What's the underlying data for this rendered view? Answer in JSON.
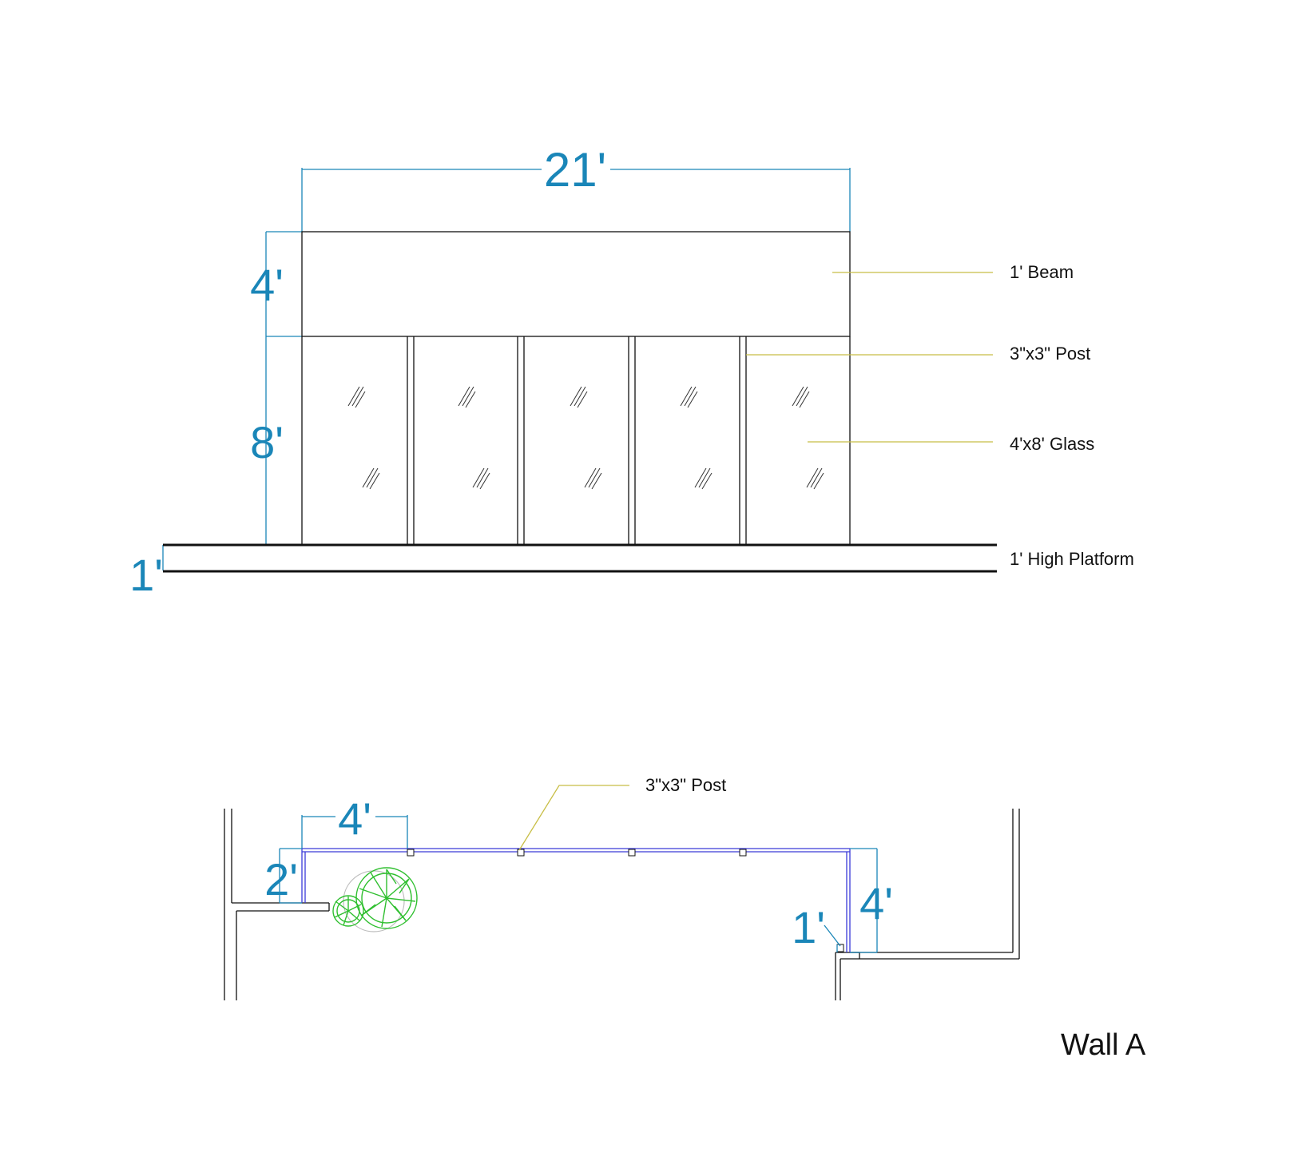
{
  "colors": {
    "dimension": "#1a86b8",
    "leader": "#c8be46",
    "line": "#111111",
    "plan_wall": "#3a3ad8",
    "planting": "#2fbf2f"
  },
  "elevation": {
    "dimensions": {
      "overall_width": "21'",
      "beam_height": "4'",
      "glass_height": "8'",
      "platform_height": "1'"
    },
    "callouts": {
      "beam": "1' Beam",
      "post": "3\"x3\" Post",
      "glass": "4'x8' Glass",
      "platform": "1' High Platform"
    },
    "panel_count": 5
  },
  "plan": {
    "callout_post": "3\"x3\" Post",
    "dimensions": {
      "module_width": "4'",
      "left_return": "2'",
      "right_post_offset": "1'",
      "right_return": "4'"
    },
    "planting_icon": "shrub-icon"
  },
  "title": "Wall A"
}
